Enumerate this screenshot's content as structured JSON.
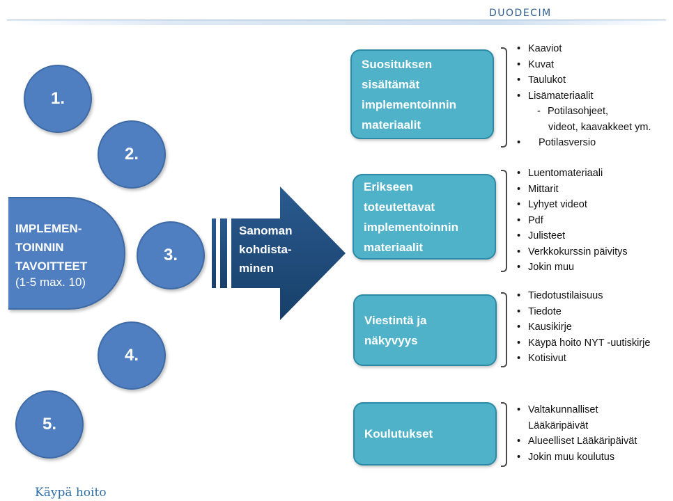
{
  "header": {
    "brand": "DUODECIM"
  },
  "footer": {
    "text": "Käypä hoito"
  },
  "goal": {
    "title": "IMPLEMEN-\nTOINNIN\nTAVOITTEET",
    "subtitle": "(1-5 max. 10)"
  },
  "circles": [
    "1.",
    "2.",
    "3.",
    "4.",
    "5."
  ],
  "arrow": {
    "label": "Sanoman\nkohdista-\nminen"
  },
  "groups": [
    {
      "title": "Suosituksen\nsisältämät\nimplementoinnin\nmateriaalit",
      "items": [
        "Kaaviot",
        "Kuvat",
        "Taulukot",
        "Lisämateriaalit",
        "Potilasohjeet,",
        "videot, kaavakkeet ym.",
        "Potilasversio"
      ]
    },
    {
      "title": "Erikseen\ntoteutettavat\nimplementoinnin\nmateriaalit",
      "items": [
        "Luentomateriaali",
        "Mittarit",
        "Lyhyet videot",
        "Pdf",
        "Julisteet",
        "Verkkokurssin päivitys",
        "Jokin muu"
      ]
    },
    {
      "title": "Viestintä ja\nnäkyvyys",
      "items": [
        "Tiedotustilaisuus",
        "Tiedote",
        "Kausikirje",
        "Käypä hoito NYT -uutiskirje",
        "Kotisivut"
      ]
    },
    {
      "title": "Koulutukset",
      "items": [
        "Valtakunnalliset",
        "Lääkäripäivät",
        "Alueelliset Lääkäripäivät",
        "Jokin muu koulutus"
      ]
    }
  ],
  "colors": {
    "circle": "#4f7fc0",
    "box": "#4fb2c9",
    "arrow": "#1f4a78",
    "brand": "#2f5e8e"
  }
}
